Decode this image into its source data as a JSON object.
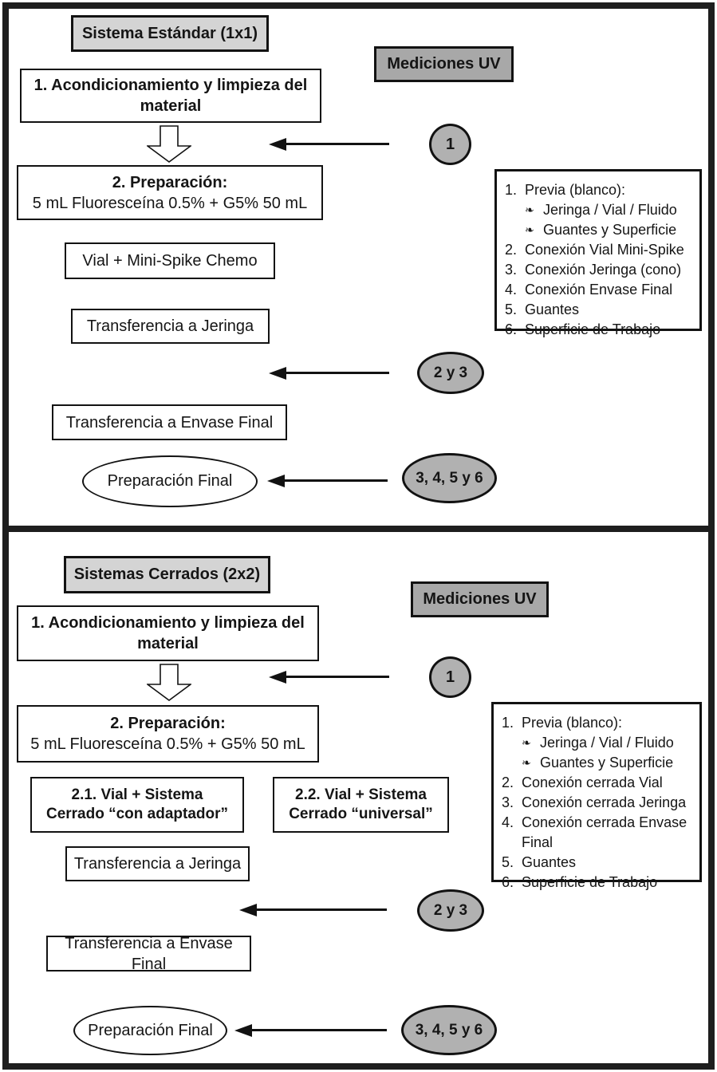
{
  "colors": {
    "title_fill": "#d4d4d4",
    "uv_fill": "#a8a8a8",
    "badge_fill": "#b1b1b1",
    "stroke": "#121212"
  },
  "panels": [
    {
      "title": "Sistema Estándar (1x1)",
      "step1_lines": [
        "1. Acondicionamiento y limpieza del",
        "material"
      ],
      "step2_title": "2. Preparación:",
      "step2_body": "5 mL Fluoresceína 0.5% + G5% 50 mL",
      "box_vial": "Vial + Mini-Spike Chemo",
      "box_jeringa": "Transferencia a Jeringa",
      "box_envase": "Transferencia a Envase Final",
      "final_label": "Preparación Final",
      "uv_label": "Mediciones UV",
      "badge1": "1",
      "badge2": "2 y 3",
      "badge3": "3, 4, 5 y 6",
      "legend": [
        {
          "marker": "1.",
          "text": "Previa (blanco):"
        },
        {
          "marker": "❧",
          "text": "Jeringa / Vial / Fluido"
        },
        {
          "marker": "❧",
          "text": "Guantes y Superficie"
        },
        {
          "marker": "2.",
          "text": "Conexión Vial Mini-Spike"
        },
        {
          "marker": "3.",
          "text": "Conexión Jeringa (cono)"
        },
        {
          "marker": "4.",
          "text": "Conexión Envase Final"
        },
        {
          "marker": "5.",
          "text": "Guantes"
        },
        {
          "marker": "6.",
          "text": "Superficie de Trabajo"
        }
      ]
    },
    {
      "title": "Sistemas Cerrados (2x2)",
      "step1_lines": [
        "1. Acondicionamiento y limpieza del",
        "material"
      ],
      "step2_title": "2. Preparación:",
      "step2_body": "5 mL Fluoresceína 0.5% + G5% 50 mL",
      "step21_lines": [
        "2.1. Vial + Sistema",
        "Cerrado “con adaptador”"
      ],
      "step22_lines": [
        "2.2. Vial + Sistema",
        "Cerrado “universal”"
      ],
      "box_jeringa": "Transferencia a Jeringa",
      "box_envase": "Transferencia a Envase Final",
      "final_label": "Preparación Final",
      "uv_label": "Mediciones UV",
      "badge1": "1",
      "badge2": "2 y 3",
      "badge3": "3, 4, 5 y 6",
      "legend": [
        {
          "marker": "1.",
          "text": "Previa (blanco):"
        },
        {
          "marker": "❧",
          "text": "Jeringa / Vial / Fluido"
        },
        {
          "marker": "❧",
          "text": "Guantes y Superficie"
        },
        {
          "marker": "2.",
          "text": "Conexión cerrada Vial"
        },
        {
          "marker": "3.",
          "text": "Conexión cerrada Jeringa"
        },
        {
          "marker": "4.",
          "text": "Conexión cerrada Envase Final"
        },
        {
          "marker": "5.",
          "text": "Guantes"
        },
        {
          "marker": "6.",
          "text": "Superficie de Trabajo"
        }
      ]
    }
  ]
}
